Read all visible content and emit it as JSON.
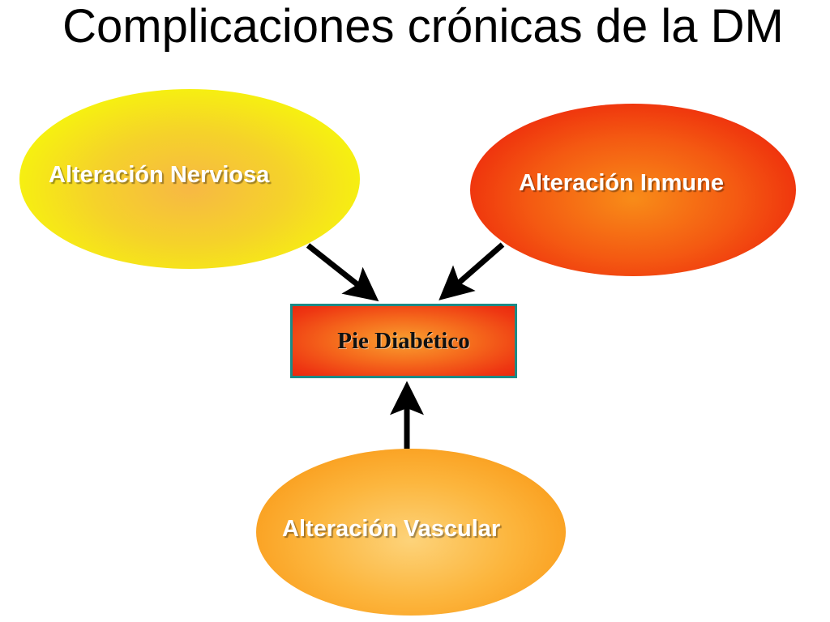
{
  "title": "Complicaciones crónicas de la DM",
  "nodes": {
    "nerviosa": "Alteración Nerviosa",
    "inmune": "Alteración Inmune",
    "vascular": "Alteración Vascular",
    "center": "Pie Diabético"
  },
  "colors": {
    "nerviosa": "#f5f200",
    "inmune": "#ea1f0a",
    "vascular": "#f89610",
    "box_border": "#1c8a86",
    "arrow": "#000000"
  }
}
